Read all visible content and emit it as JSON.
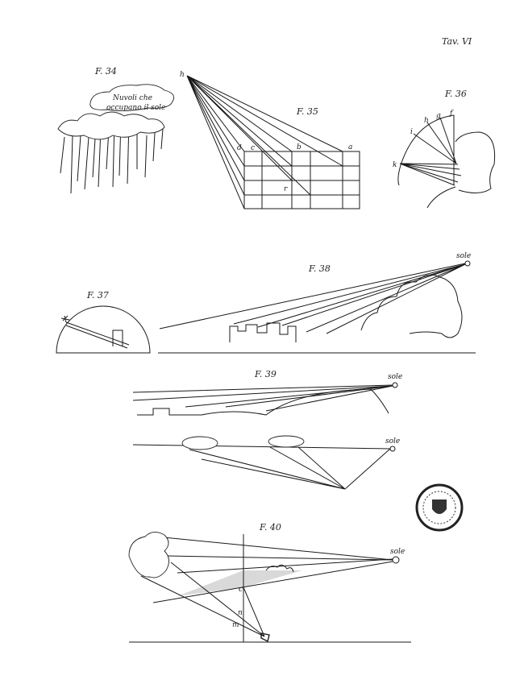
{
  "plate": {
    "title": "Tav. VI"
  },
  "fig34": {
    "title": "F. 34",
    "caption_line1": "Nuvoli che",
    "caption_line2": "occupano il sole"
  },
  "fig35": {
    "title": "F. 35",
    "labels": {
      "h": "h",
      "d": "d",
      "c": "c",
      "b": "b",
      "a": "a",
      "r": "r"
    }
  },
  "fig36": {
    "title": "F. 36",
    "labels": {
      "f": "f",
      "g": "g",
      "h": "h",
      "i": "i",
      "k": "k"
    }
  },
  "fig37": {
    "title": "F. 37"
  },
  "fig38": {
    "title": "F. 38",
    "sun_label": "sole"
  },
  "fig39": {
    "title": "F. 39",
    "sun_label_top": "sole",
    "sun_label_bottom": "sole"
  },
  "fig40": {
    "title": "F. 40",
    "sun_label": "sole",
    "labels": {
      "c": "c",
      "n": "n",
      "m": "m"
    }
  }
}
